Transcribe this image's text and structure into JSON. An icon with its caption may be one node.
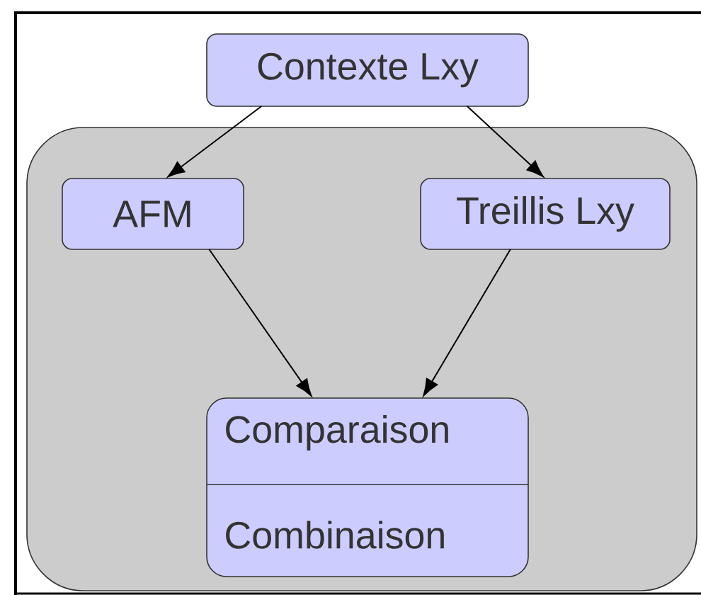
{
  "diagram": {
    "nodes": [
      {
        "text": [
          "Contexte Lxy"
        ]
      },
      {
        "text": [],
        "shape": "box"
      },
      {
        "text": [
          "AFM"
        ],
        "in": 1
      },
      {
        "text": [
          "Treillis Lxy"
        ],
        "in": 1
      },
      {
        "text": [
          "Comparaison",
          "Combinaison"
        ],
        "in": 1
      }
    ],
    "edges": [
      {
        "from": 0,
        "to": 2,
        "arrow": "to"
      },
      {
        "from": 0,
        "to": 3,
        "arrow": "to"
      },
      {
        "from": 2,
        "to": 4,
        "arrow": "to"
      },
      {
        "from": 3,
        "to": 4,
        "arrow": "to"
      }
    ]
  }
}
